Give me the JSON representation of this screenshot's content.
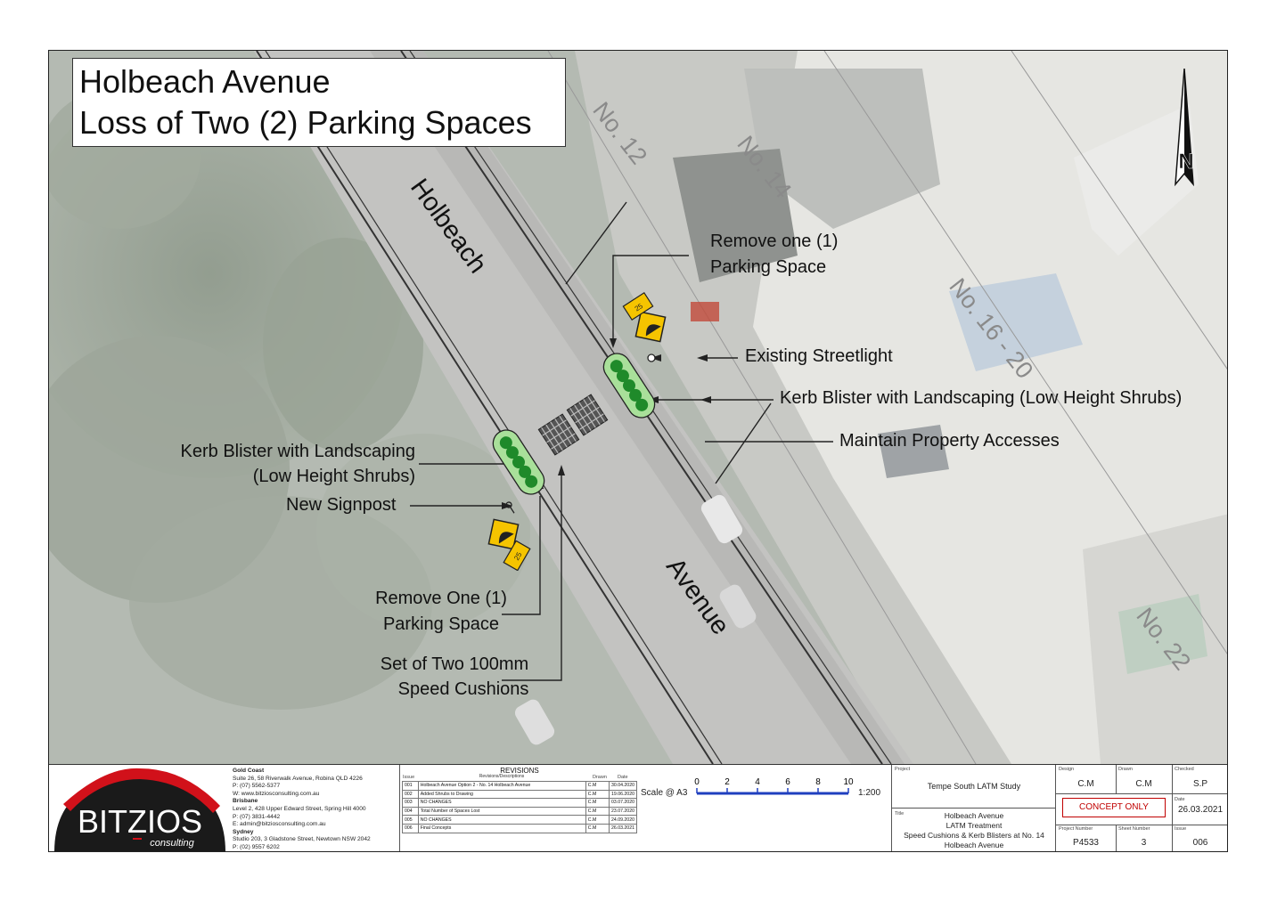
{
  "title": {
    "line1": "Holbeach Avenue",
    "line2": "Loss of Two (2) Parking Spaces"
  },
  "road_labels": {
    "holbeach": "Holbeach",
    "avenue": "Avenue"
  },
  "lot_labels": [
    "No. 12",
    "No. 14",
    "No. 16 - 20",
    "No. 22"
  ],
  "north_label": "N",
  "annotations": {
    "remove_one_top_l1": "Remove one (1)",
    "remove_one_top_l2": "Parking Space",
    "existing_streetlight": "Existing Streetlight",
    "kerb_blister_right": "Kerb Blister with Landscaping (Low Height Shrubs)",
    "maintain_access": "Maintain Property Accesses",
    "kerb_blister_left_l1": "Kerb Blister with Landscaping",
    "kerb_blister_left_l2": "(Low Height Shrubs)",
    "new_signpost": "New Signpost",
    "remove_one_bottom_l1": "Remove One (1)",
    "remove_one_bottom_l2": "Parking Space",
    "speed_cushions_l1": "Set of Two 100mm",
    "speed_cushions_l2": "Speed Cushions"
  },
  "sign_text": "25 km/h",
  "colors": {
    "shrub": "#1f8a2a",
    "blister_fill": "#a9e09a",
    "sign_yellow": "#f5c400",
    "logo_red": "#d1111a",
    "logo_black": "#1a1a1a",
    "concept_red": "#c00000",
    "scale_blue": "#1f3fbf"
  },
  "company": {
    "name": "BITZIOS",
    "sub": "consulting",
    "gold_coast_head": "Gold Coast",
    "gold_coast_addr": "Suite 26, 58 Riverwalk Avenue, Robina QLD 4226",
    "gold_coast_phone": "P: (07) 5562-5377",
    "web": "W: www.bitziosconsulting.com.au",
    "brisbane_head": "Brisbane",
    "brisbane_addr": "Level 2, 428 Upper Edward Street, Spring Hill 4000",
    "brisbane_phone": "P: (07) 3831-4442",
    "email": "E: admin@bitziosconsulting.com.au",
    "sydney_head": "Sydney",
    "sydney_addr": "Studio 203, 3 Gladstone Street, Newtown NSW 2042",
    "sydney_phone": "P: (02) 9557 6202"
  },
  "revisions": {
    "heading": "REVISIONS",
    "subheading": "Revisions/Descriptions",
    "col_issue": "Issue",
    "col_drawn": "Drawn",
    "col_date": "Date",
    "rows": [
      {
        "issue": "001",
        "desc": "Holbeach Avenue Option 2 - No. 14 Holbeach Avenue",
        "drawn": "C.M",
        "date": "30.04.2020"
      },
      {
        "issue": "002",
        "desc": "Added Shrubs to Drawing",
        "drawn": "C.M",
        "date": "19.06.2020"
      },
      {
        "issue": "003",
        "desc": "NO CHANGES",
        "drawn": "C.M",
        "date": "03.07.2020"
      },
      {
        "issue": "004",
        "desc": "Total Number of Spaces Lost",
        "drawn": "C.M",
        "date": "23.07.2020"
      },
      {
        "issue": "005",
        "desc": "NO CHANGES",
        "drawn": "C.M",
        "date": "24.09.2020"
      },
      {
        "issue": "006",
        "desc": "Final Concepts",
        "drawn": "C.M",
        "date": "26.03.2021"
      }
    ]
  },
  "scale": {
    "label": "Scale @ A3",
    "ticks": [
      "0",
      "2",
      "4",
      "6",
      "8",
      "10"
    ],
    "ratio": "1:200"
  },
  "project": {
    "label": "Project",
    "value": "Tempe South LATM Study",
    "title_label": "Title",
    "title_l1": "Holbeach Avenue",
    "title_l2": "LATM Treatment",
    "title_l3": "Speed Cushions & Kerb Blisters at No. 14",
    "title_l4": "Holbeach Avenue"
  },
  "signoff": {
    "design_label": "Design",
    "design": "C.M",
    "drawn_label": "Drawn",
    "drawn": "C.M",
    "checked_label": "Checked",
    "checked": "S.P",
    "status": "CONCEPT ONLY",
    "date_label": "Date",
    "date": "26.03.2021",
    "project_number_label": "Project Number",
    "project_number": "P4533",
    "sheet_number_label": "Sheet Number",
    "sheet_number": "3",
    "issue_label": "Issue",
    "issue": "006"
  }
}
